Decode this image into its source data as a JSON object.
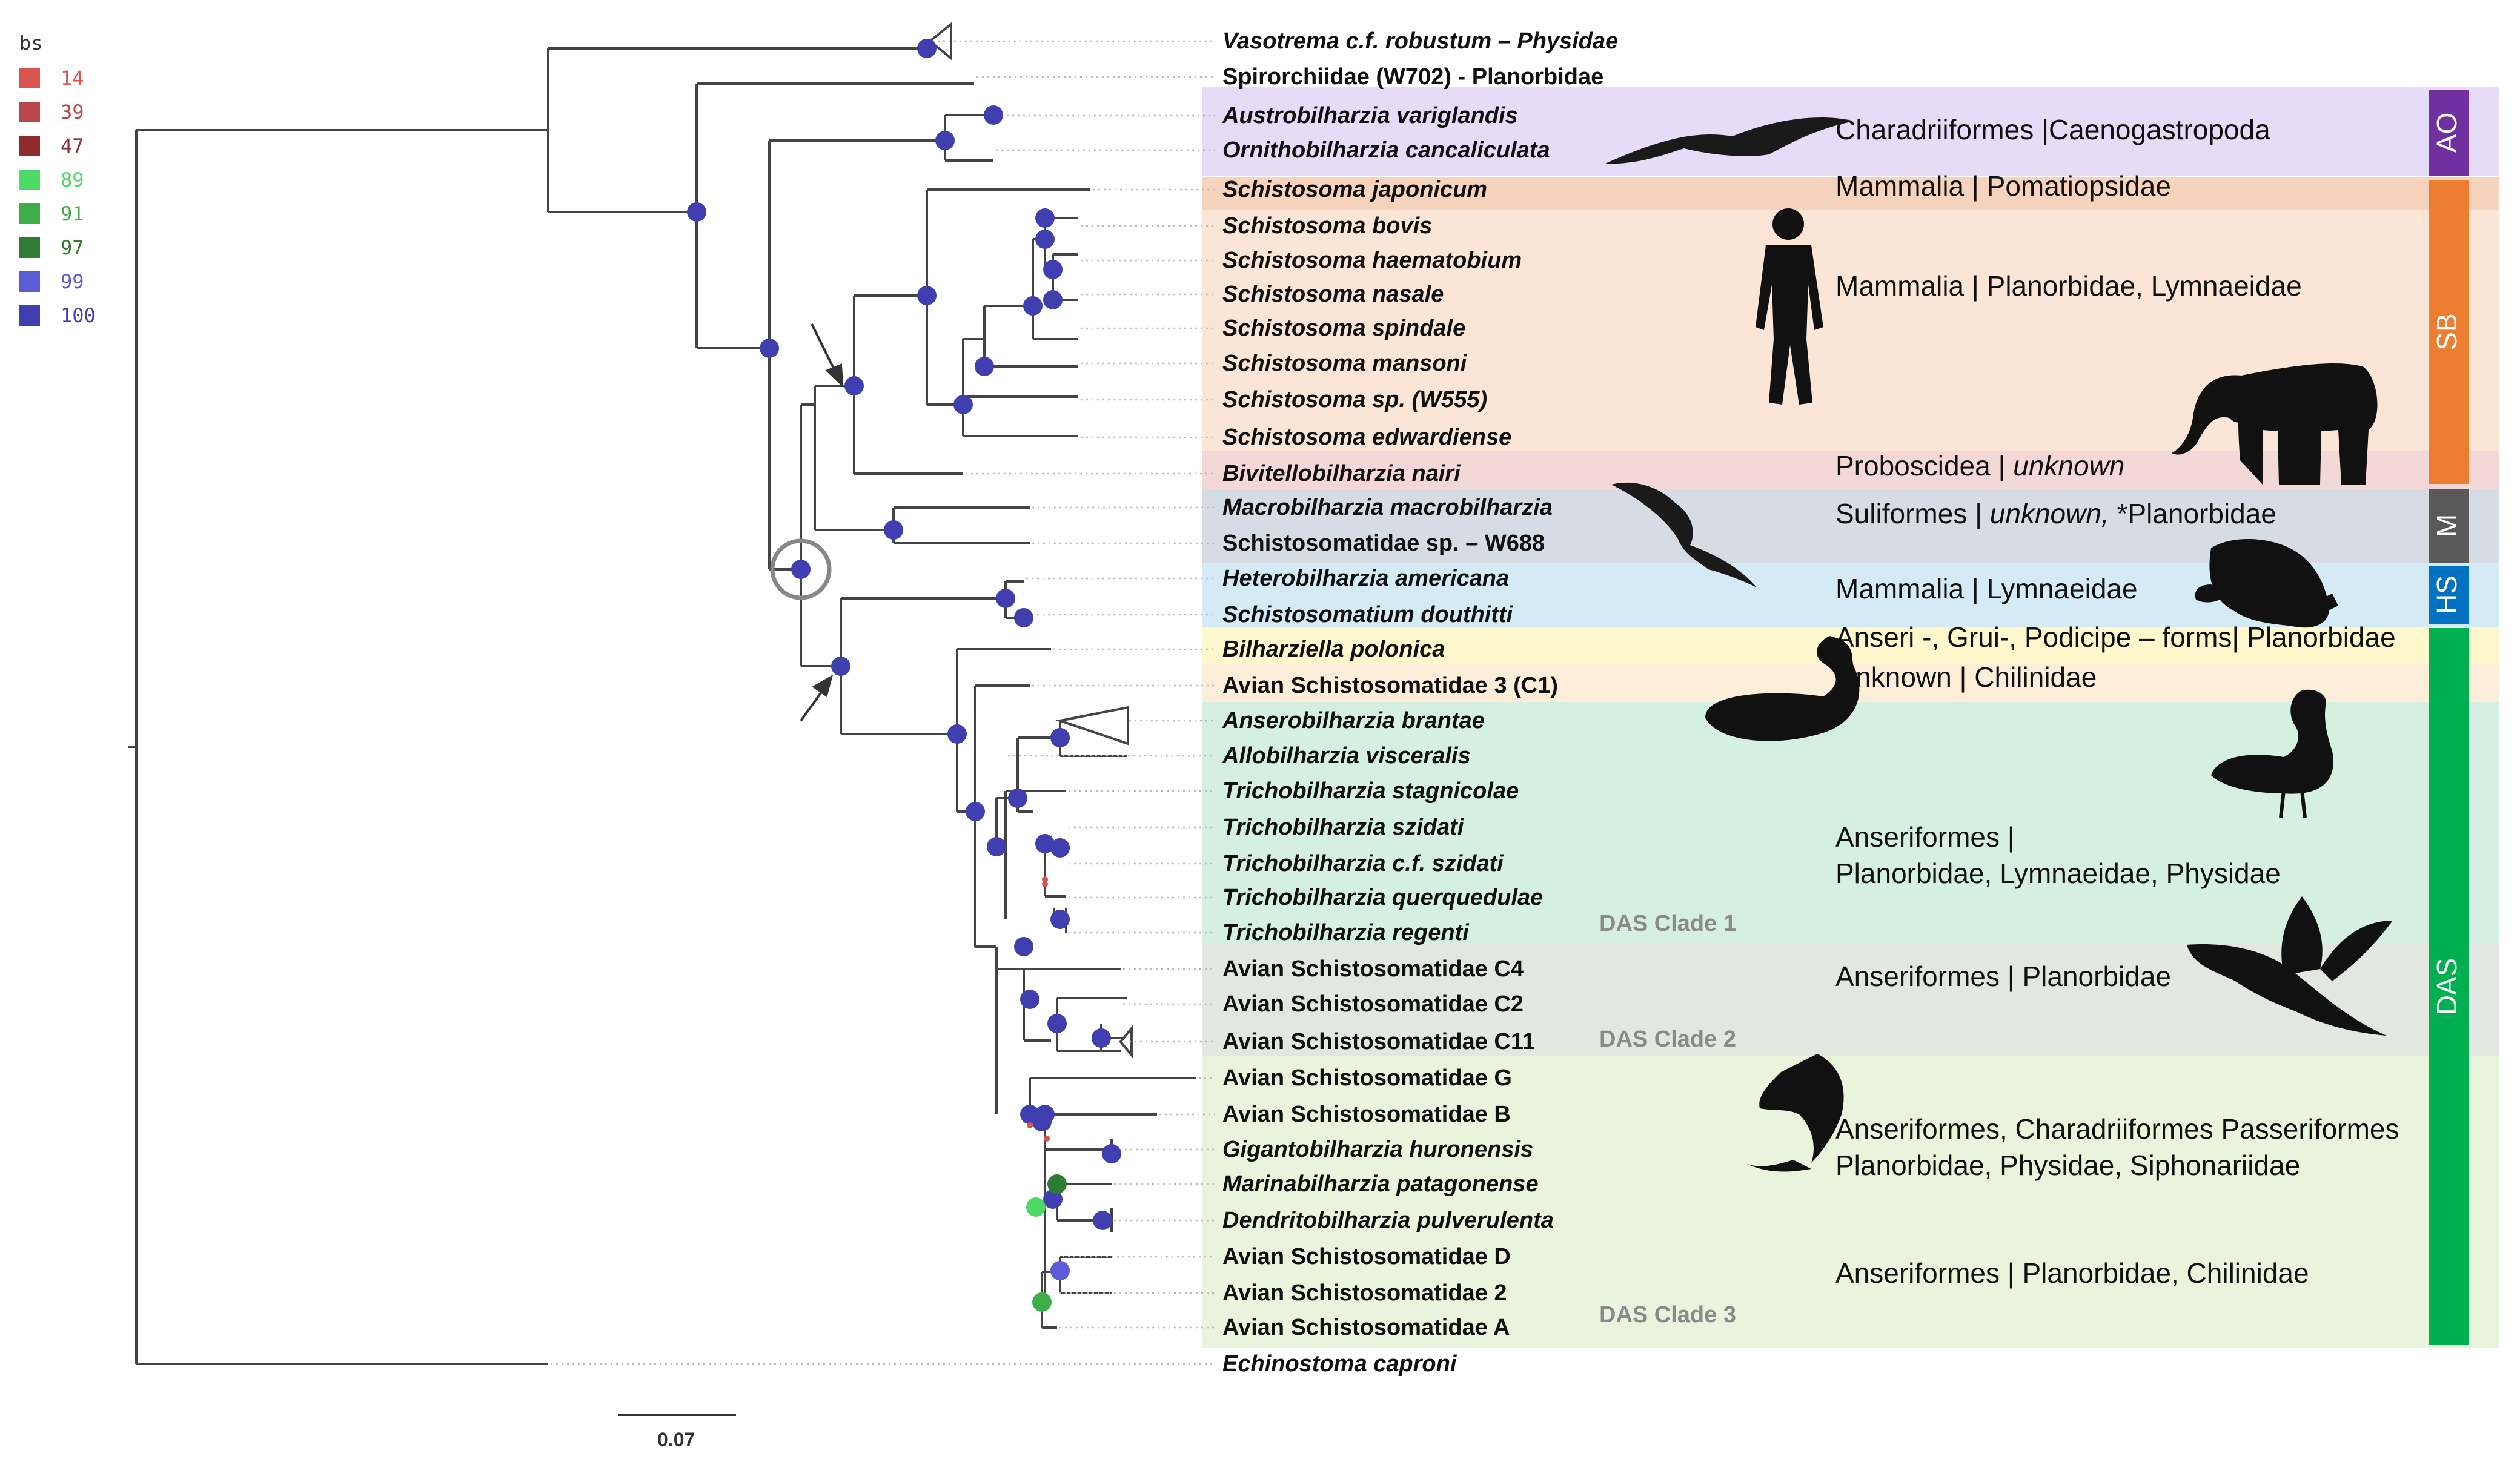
{
  "legend": {
    "title": "bs",
    "items": [
      {
        "value": "14",
        "color": "#d9534f"
      },
      {
        "value": "39",
        "color": "#b94646"
      },
      {
        "value": "47",
        "color": "#8e2b2b"
      },
      {
        "value": "89",
        "color": "#4cd964"
      },
      {
        "value": "91",
        "color": "#3fae4a"
      },
      {
        "value": "97",
        "color": "#2e7d32"
      },
      {
        "value": "99",
        "color": "#5b5bd6"
      },
      {
        "value": "100",
        "color": "#3f3fb0"
      }
    ]
  },
  "taxa": [
    {
      "label": "Vasotrema c.f. robustum – Physidae",
      "italic": true
    },
    {
      "label": "Spirorchiidae (W702) - Planorbidae",
      "italic": false
    },
    {
      "label": "Austrobilharzia variglandis",
      "italic": true
    },
    {
      "label": "Ornithobilharzia cancaliculata",
      "italic": true
    },
    {
      "label": "Schistosoma japonicum",
      "italic": true
    },
    {
      "label": "Schistosoma bovis",
      "italic": true
    },
    {
      "label": "Schistosoma haematobium",
      "italic": true
    },
    {
      "label": "Schistosoma nasale",
      "italic": true
    },
    {
      "label": "Schistosoma spindale",
      "italic": true
    },
    {
      "label": "Schistosoma mansoni",
      "italic": true
    },
    {
      "label": "Schistosoma sp. (W555)",
      "italic": true
    },
    {
      "label": "Schistosoma edwardiense",
      "italic": true
    },
    {
      "label": "Bivitellobilharzia nairi",
      "italic": true
    },
    {
      "label": "Macrobilharzia macrobilharzia",
      "italic": true
    },
    {
      "label": "Schistosomatidae sp. – W688",
      "italic": false
    },
    {
      "label": "Heterobilharzia americana",
      "italic": true
    },
    {
      "label": "Schistosomatium douthitti",
      "italic": true
    },
    {
      "label": "Bilharziella polonica",
      "italic": true
    },
    {
      "label": "Avian Schistosomatidae 3 (C1)",
      "italic": false
    },
    {
      "label": "Anserobilharzia brantae",
      "italic": true
    },
    {
      "label": "Allobilharzia visceralis",
      "italic": true
    },
    {
      "label": "Trichobilharzia stagnicolae",
      "italic": true
    },
    {
      "label": "Trichobilharzia szidati",
      "italic": true
    },
    {
      "label": "Trichobilharzia c.f. szidati",
      "italic": true
    },
    {
      "label": "Trichobilharzia querquedulae",
      "italic": true
    },
    {
      "label": "Trichobilharzia regenti",
      "italic": true
    },
    {
      "label": "Avian Schistosomatidae C4",
      "italic": false
    },
    {
      "label": "Avian Schistosomatidae C2",
      "italic": false
    },
    {
      "label": "Avian Schistosomatidae C11",
      "italic": false
    },
    {
      "label": "Avian Schistosomatidae G",
      "italic": false
    },
    {
      "label": "Avian Schistosomatidae B",
      "italic": false
    },
    {
      "label": "Gigantobilharzia huronensis",
      "italic": true
    },
    {
      "label": "Marinabilharzia patagonense",
      "italic": true
    },
    {
      "label": "Dendritobilharzia pulverulenta",
      "italic": true
    },
    {
      "label": "Avian Schistosomatidae D",
      "italic": false
    },
    {
      "label": "Avian Schistosomatidae 2",
      "italic": false
    },
    {
      "label": "Avian Schistosomatidae A",
      "italic": false
    },
    {
      "label": "Echinostoma caproni",
      "italic": true
    }
  ],
  "host_annotations": [
    {
      "text": "Charadriiformes |Caenogastropoda",
      "italic_part": ""
    },
    {
      "text": "Mammalia | Pomatiopsidae",
      "italic_part": ""
    },
    {
      "text": "Mammalia | Planorbidae, Lymnaeidae",
      "italic_part": ""
    },
    {
      "text": "Proboscidea | ",
      "italic_part": "unknown"
    },
    {
      "text": "Suliformes | ",
      "italic_part": "unknown,",
      "suffix": " *Planorbidae"
    },
    {
      "text": "Mammalia | Lymnaeidae",
      "italic_part": ""
    },
    {
      "text": "Anseri -, Grui-, Podicipe – forms| Planorbidae",
      "italic_part": ""
    },
    {
      "text": "Unknown | Chilinidae",
      "italic_part": ""
    },
    {
      "text": "Anseriformes |",
      "line2": "Planorbidae, Lymnaeidae, Physidae"
    },
    {
      "text": "Anseriformes | Planorbidae",
      "italic_part": ""
    },
    {
      "text": "Anseriformes, Charadriiformes Passeriformes",
      "line2": "Planorbidae, Physidae, Siphonariidae"
    },
    {
      "text": "Anseriformes | Planorbidae, Chilinidae",
      "italic_part": ""
    }
  ],
  "clade_labels": [
    "DAS Clade 1",
    "DAS Clade 2",
    "DAS Clade 3"
  ],
  "group_bars": [
    {
      "label": "AO",
      "color": "#7030a0"
    },
    {
      "label": "SB",
      "color": "#ed7d31"
    },
    {
      "label": "M",
      "color": "#595959"
    },
    {
      "label": "HS",
      "color": "#0070c0"
    },
    {
      "label": "DAS",
      "color": "#00b050"
    }
  ],
  "band_colors": {
    "AO": "#e6dcf8",
    "SB_japonicum": "#f6d3bc",
    "SB": "#fbe5d6",
    "Bivitello": "#f4d8d8",
    "M": "#d6dce4",
    "HS": "#d4ebf6",
    "Bilharziella": "#fff8cc",
    "C1": "#fdeeda",
    "DAS1": "#d5f0e0",
    "DAS2": "#e2e8df",
    "DAS3": "#e8f5dc"
  },
  "scale": {
    "label": "0.07"
  }
}
